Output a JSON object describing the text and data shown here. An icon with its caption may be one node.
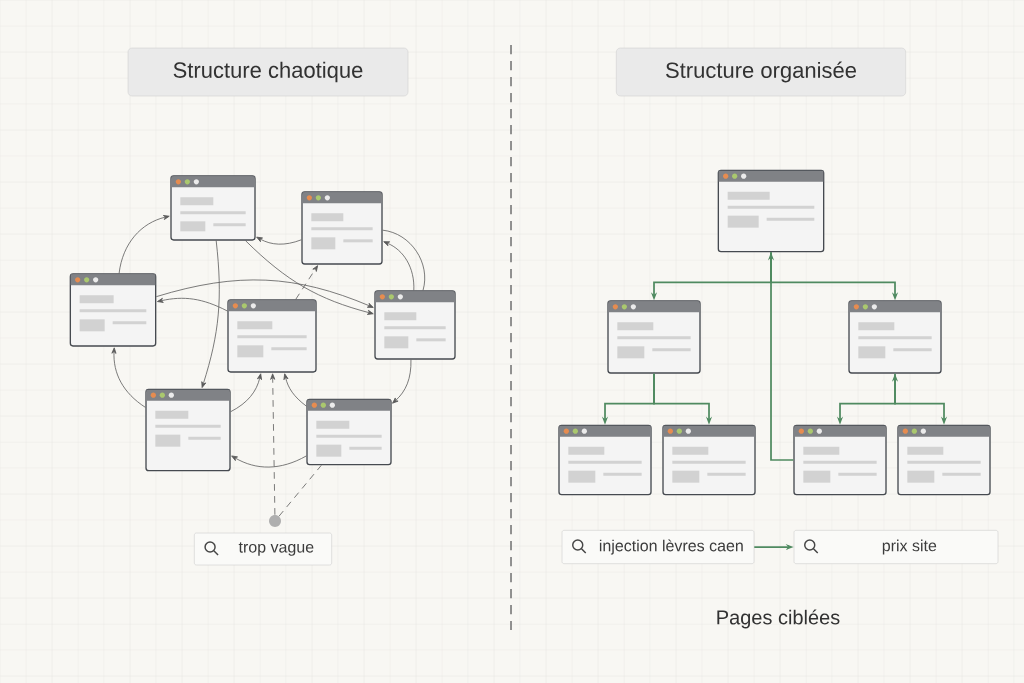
{
  "diagram": {
    "nodes": [
      {
        "text": [
          "Structure chaotique"
        ]
      },
      {
        "text": [
          "Structure organisée"
        ]
      },
      {
        "text": [],
        "shape": "box"
      },
      {
        "text": [],
        "shape": "box"
      },
      {
        "text": [],
        "shape": "box"
      },
      {
        "text": [],
        "shape": "box"
      },
      {
        "text": [],
        "shape": "box"
      },
      {
        "text": [],
        "shape": "box"
      },
      {
        "text": [],
        "shape": "box"
      },
      {
        "text": [],
        "shape": "circle"
      },
      {
        "text": [
          "trop vague"
        ]
      },
      {
        "text": [],
        "shape": "box"
      },
      {
        "text": [],
        "shape": "box"
      },
      {
        "text": [],
        "shape": "box"
      },
      {
        "text": [],
        "shape": "box"
      },
      {
        "text": [],
        "shape": "box"
      },
      {
        "text": [],
        "shape": "box"
      },
      {
        "text": [],
        "shape": "box"
      },
      {
        "text": [
          "injection lèvres caen"
        ]
      },
      {
        "text": [
          "prix site"
        ]
      }
    ],
    "edges": [
      {
        "from": 3,
        "to": 2,
        "arrow": "to"
      },
      {
        "from": 4,
        "to": 2,
        "arrow": "to"
      },
      {
        "from": 5,
        "to": 4,
        "arrow": "to"
      },
      {
        "from": 7,
        "to": 4,
        "arrow": "to"
      },
      {
        "from": 6,
        "to": 3,
        "arrow": "to"
      },
      {
        "from": 8,
        "to": 5,
        "arrow": "to"
      },
      {
        "from": 7,
        "to": 5,
        "arrow": "to"
      },
      {
        "from": 8,
        "to": 7,
        "arrow": "to"
      },
      {
        "from": 2,
        "to": 6,
        "arrow": "to"
      },
      {
        "from": 4,
        "to": 6,
        "arrow": "to"
      },
      {
        "from": 5,
        "to": 3,
        "arrow": "to",
        "style": "dashed"
      },
      {
        "from": 6,
        "to": 8,
        "arrow": "to"
      },
      {
        "from": 2,
        "to": 7,
        "arrow": "to"
      },
      {
        "from": 3,
        "to": 6,
        "arrow": "none"
      },
      {
        "from": 9,
        "to": 5,
        "arrow": "to",
        "style": "dashed"
      },
      {
        "from": 9,
        "to": 8,
        "arrow": "none",
        "style": "dashed"
      },
      {
        "from": 11,
        "to": 12,
        "arrow": "to",
        "color": "#4f8a60"
      },
      {
        "from": 11,
        "to": 13,
        "arrow": "to",
        "color": "#4f8a60"
      },
      {
        "from": 12,
        "to": 14,
        "arrow": "to",
        "color": "#4f8a60"
      },
      {
        "from": 12,
        "to": 15,
        "arrow": "to",
        "color": "#4f8a60"
      },
      {
        "from": 13,
        "to": 16,
        "arrow": "both",
        "color": "#4f8a60"
      },
      {
        "from": 13,
        "to": 17,
        "arrow": "to",
        "color": "#4f8a60"
      },
      {
        "from": 16,
        "to": 11,
        "arrow": "to",
        "color": "#4f8a60"
      },
      {
        "from": 18,
        "to": 19,
        "arrow": "to",
        "color": "#4f8a60"
      }
    ],
    "labels": [
      "Pages ciblées"
    ]
  }
}
